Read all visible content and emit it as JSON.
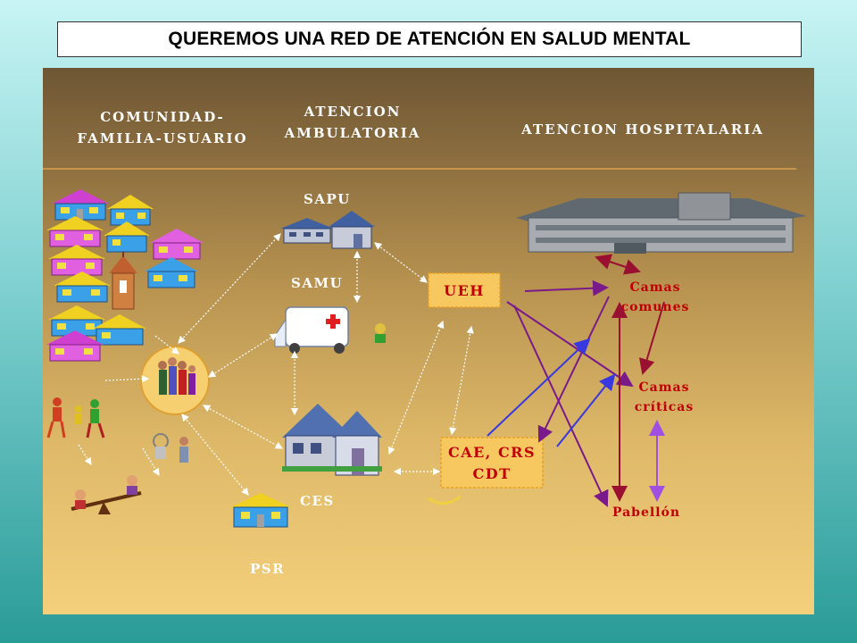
{
  "title": "QUEREMOS UNA RED DE ATENCIÓN EN SALUD MENTAL",
  "headers": {
    "community_line1": "COMUNIDAD-",
    "community_line2": "FAMILIA-USUARIO",
    "ambulatory_line1": "ATENCION",
    "ambulatory_line2": "AMBULATORIA",
    "hospital": "ATENCION HOSPITALARIA"
  },
  "nodes": {
    "sapu": "SAPU",
    "samu": "SAMU",
    "ces": "CES",
    "psr": "PSR",
    "ueh": "UEH",
    "cae_line1": "CAE, CRS",
    "cae_line2": "CDT",
    "camas_comunes_line1": "Camas",
    "camas_comunes_line2": "comunes",
    "camas_criticas_line1": "Camas",
    "camas_criticas_line2": "críticas",
    "pabellon": "Pabellón"
  },
  "colors": {
    "background_top": "#c8f4f4",
    "background_bottom": "#2a9c98",
    "panel_top": "#6e5634",
    "panel_bottom": "#f4d07c",
    "node_box_border": "#e8a020",
    "node_text": "#c00000",
    "arrow_purple": "#7a1a8a",
    "arrow_blue": "#3838e0",
    "arrow_darkred": "#9a1030",
    "arrow_violet": "#a050e0"
  }
}
